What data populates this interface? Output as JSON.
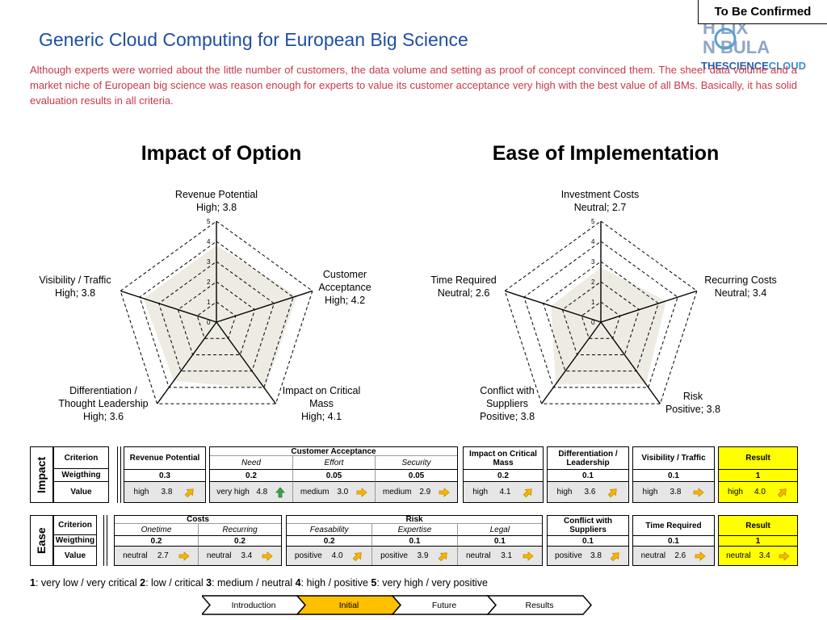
{
  "badge": "To Be Confirmed",
  "logo": {
    "line1": "H  LIX",
    "line2": "N  BULA",
    "line3a": "THE",
    "line3b": "SCIENCE",
    "line3c": "CLOUD"
  },
  "title": "Generic Cloud Computing for European Big Science",
  "description": "Although experts were worried about the little number of customers, the data volume and setting as proof of concept convinced them. The sheer data volume and a market niche of European big science was reason enough for experts to value its customer acceptance very high with the best value of all BMs. Basically, it has solid evaluation results in all criteria.",
  "chart_data": [
    {
      "type": "radar",
      "title": "Impact of Option",
      "rmax": 5,
      "ticks": [
        "0",
        "1",
        "2",
        "3",
        "4",
        "5"
      ],
      "axes": [
        {
          "label": [
            "Revenue Potential",
            "High; 3.8"
          ],
          "value": 3.8
        },
        {
          "label": [
            "Customer",
            "Acceptance",
            "High; 4.2"
          ],
          "value": 4.2
        },
        {
          "label": [
            "Impact on Critical",
            "Mass",
            "High; 4.1"
          ],
          "value": 4.1
        },
        {
          "label": [
            "Differentiation /",
            "Thought Leadership",
            "High; 3.6"
          ],
          "value": 3.6
        },
        {
          "label": [
            "Visibility / Traffic",
            "High; 3.8"
          ],
          "value": 3.8
        }
      ]
    },
    {
      "type": "radar",
      "title": "Ease of Implementation",
      "rmax": 5,
      "ticks": [
        "0",
        "1",
        "2",
        "3",
        "4",
        "5"
      ],
      "axes": [
        {
          "label": [
            "Investment Costs",
            "Neutral; 2.7"
          ],
          "value": 2.7
        },
        {
          "label": [
            "Recurring Costs",
            "Neutral; 3.4"
          ],
          "value": 3.4
        },
        {
          "label": [
            "Risk",
            "Positive; 3.8"
          ],
          "value": 3.8
        },
        {
          "label": [
            "Conflict with",
            "Suppliers",
            "Positive; 3.8"
          ],
          "value": 3.8
        },
        {
          "label": [
            "Time Required",
            "Neutral; 2.6"
          ],
          "value": 2.6
        }
      ]
    }
  ],
  "impact_table": {
    "side_label": "Impact",
    "row_labels": [
      "Criterion",
      "Weigthing",
      "Value"
    ],
    "revenue": {
      "title": "Revenue Potential",
      "weight": "0.3",
      "word": "high",
      "num": "3.8",
      "arrow": "up-right"
    },
    "acceptance": {
      "title": "Customer Acceptance",
      "subs": [
        {
          "name": "Need",
          "weight": "0.2",
          "word": "very high",
          "num": "4.8",
          "arrow": "up"
        },
        {
          "name": "Effort",
          "weight": "0.05",
          "word": "medium",
          "num": "3.0",
          "arrow": "right"
        },
        {
          "name": "Security",
          "weight": "0.05",
          "word": "medium",
          "num": "2.9",
          "arrow": "right"
        }
      ]
    },
    "critical": {
      "title": "Impact on Critical Mass",
      "weight": "0.2",
      "word": "high",
      "num": "4.1",
      "arrow": "up-right"
    },
    "differentiation": {
      "title": "Differentiation / Leadership",
      "weight": "0.1",
      "word": "high",
      "num": "3.6",
      "arrow": "up-right"
    },
    "visibility": {
      "title": "Visibility / Traffic",
      "weight": "0.1",
      "word": "high",
      "num": "3.8",
      "arrow": "right"
    },
    "result": {
      "title": "Result",
      "weight": "1",
      "word": "high",
      "num": "4.0",
      "arrow": "up-right"
    }
  },
  "ease_table": {
    "side_label": "Ease",
    "row_labels": [
      "Criterion",
      "Weigthing",
      "Value"
    ],
    "costs": {
      "title": "Costs",
      "subs": [
        {
          "name": "Onetime",
          "weight": "0.2",
          "word": "neutral",
          "num": "2.7",
          "arrow": "right"
        },
        {
          "name": "Recurring",
          "weight": "0.2",
          "word": "neutral",
          "num": "3.4",
          "arrow": "right"
        }
      ]
    },
    "risk": {
      "title": "Risk",
      "subs": [
        {
          "name": "Feasability",
          "weight": "0.2",
          "word": "positive",
          "num": "4.0",
          "arrow": "up-right"
        },
        {
          "name": "Expertise",
          "weight": "0.1",
          "word": "positive",
          "num": "3.9",
          "arrow": "up-right"
        },
        {
          "name": "Legal",
          "weight": "0.1",
          "word": "neutral",
          "num": "3.1",
          "arrow": "right"
        }
      ]
    },
    "conflict": {
      "title": "Conflict with Suppliers",
      "weight": "0.1",
      "word": "positive",
      "num": "3.8",
      "arrow": "up-right"
    },
    "time": {
      "title": "Time Required",
      "weight": "0.1",
      "word": "neutral",
      "num": "2.6",
      "arrow": "right"
    },
    "result": {
      "title": "Result",
      "weight": "1",
      "word": "neutral",
      "num": "3.4",
      "arrow": "right"
    }
  },
  "legend": [
    {
      "k": "1",
      "v": ": very low / very critical "
    },
    {
      "k": "2",
      "v": ": low / critical "
    },
    {
      "k": "3",
      "v": ": medium / neutral "
    },
    {
      "k": "4",
      "v": ": high / positive "
    },
    {
      "k": "5",
      "v": ": very high / very positive"
    }
  ],
  "nav": [
    {
      "label": "Introduction",
      "active": false
    },
    {
      "label": "Initial",
      "active": true
    },
    {
      "label": "Future",
      "active": false
    },
    {
      "label": "Results",
      "active": false
    }
  ],
  "colors": {
    "title": "#1f4fa3",
    "description": "#c8384a",
    "fill": "#eeebe3",
    "highlight": "#ffff00",
    "arrow_orange": "#f5b800",
    "arrow_green": "#3aa44a",
    "nav_active": "#ffc000"
  }
}
